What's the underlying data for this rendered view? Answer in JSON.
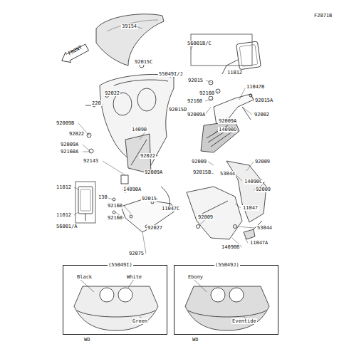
{
  "diagram": {
    "nodes": [
      {
        "text": [
          "(55049I)",
          "Black",
          "White",
          "Green",
          "WD"
        ]
      },
      {
        "text": [
          "(55049J)",
          "Ebony",
          "Eventide",
          "WD"
        ]
      }
    ],
    "labels": [
      "FRONT",
      "F2871B",
      "39154",
      "56001B/C",
      "92015C",
      "55049I/J",
      "11012",
      "92015",
      "92160",
      "92160",
      "11047B",
      "92022",
      "92015A",
      "220",
      "92015D",
      "92009A",
      "92002",
      "92009A",
      "92009B",
      "14090",
      "14090D",
      "92022",
      "92022",
      "92009A",
      "92160A",
      "92009A",
      "92009",
      "92009",
      "92143",
      "92015B",
      "53044",
      "14090C",
      "14090A",
      "11012",
      "92009",
      "130",
      "92015",
      "92160",
      "11047C",
      "11047",
      "92009",
      "11012",
      "92160",
      "92027",
      "53044",
      "56001/A",
      "14090B",
      "11047A",
      "92075"
    ]
  }
}
